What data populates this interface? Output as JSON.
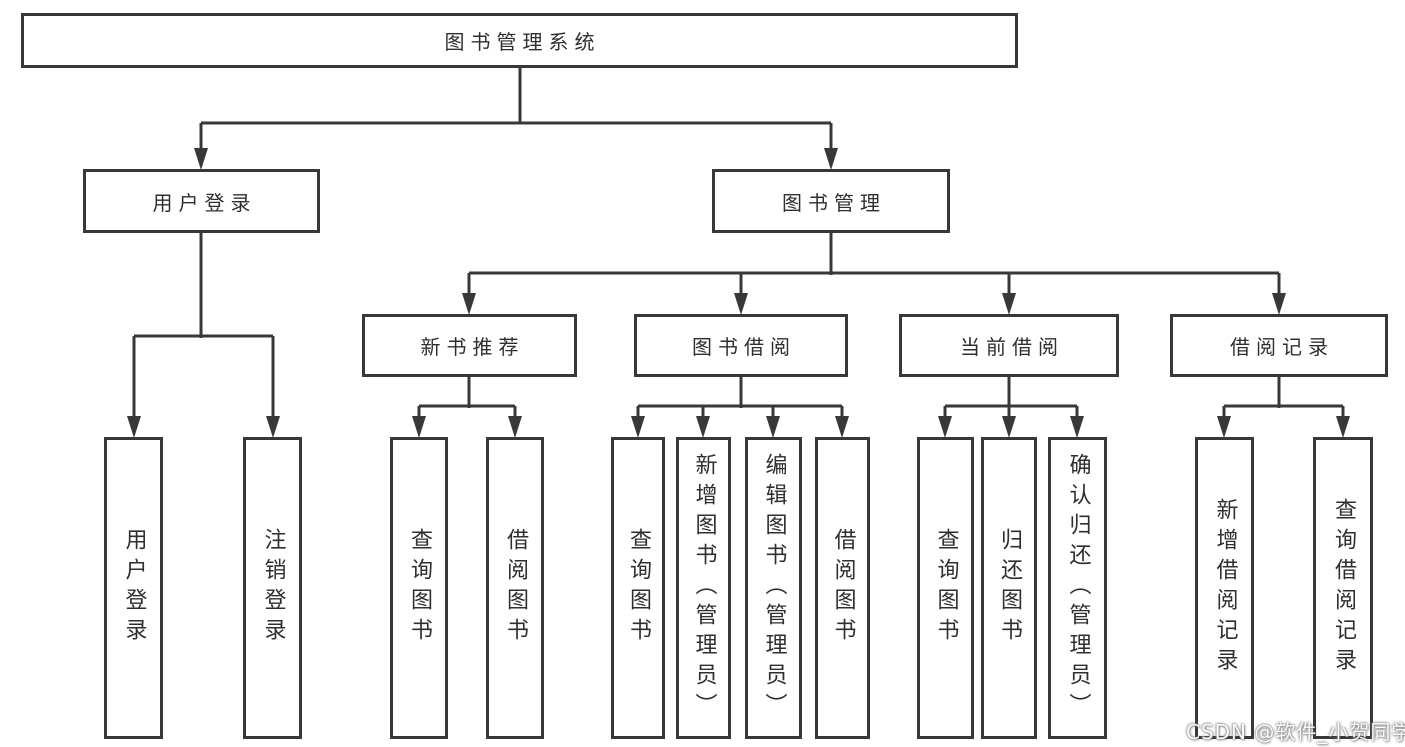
{
  "nodes": {
    "root": {
      "label": "图书管理系统"
    },
    "user_login": {
      "label": "用户登录"
    },
    "book_management": {
      "label": "图书管理"
    },
    "new_book_recommend": {
      "label": "新书推荐"
    },
    "book_borrowing": {
      "label": "图书借阅"
    },
    "current_borrowing": {
      "label": "当前借阅"
    },
    "borrowing_records": {
      "label": "借阅记录"
    },
    "leaf_user_login": {
      "label": "用户登录"
    },
    "leaf_logout": {
      "label": "注销登录"
    },
    "recommend_query_books": {
      "label": "查询图书"
    },
    "recommend_borrow_books": {
      "label": "借阅图书"
    },
    "borrowing_query_books": {
      "label": "查询图书"
    },
    "borrowing_add_books": {
      "label": "新增图书（管理员）"
    },
    "borrowing_edit_books": {
      "label": "编辑图书（管理员）"
    },
    "borrowing_borrow_books": {
      "label": "借阅图书"
    },
    "current_query_books": {
      "label": "查询图书"
    },
    "current_return_books": {
      "label": "归还图书"
    },
    "current_confirm_return": {
      "label": "确认归还（管理员）"
    },
    "records_add_record": {
      "label": "新增借阅记录"
    },
    "records_query_record": {
      "label": "查询借阅记录"
    }
  },
  "structure": {
    "图书管理系统": {
      "用户登录": [
        "用户登录",
        "注销登录"
      ],
      "图书管理": {
        "新书推荐": [
          "查询图书",
          "借阅图书"
        ],
        "图书借阅": [
          "查询图书",
          "新增图书（管理员）",
          "编辑图书（管理员）",
          "借阅图书"
        ],
        "当前借阅": [
          "查询图书",
          "归还图书",
          "确认归还（管理员）"
        ],
        "借阅记录": [
          "新增借阅记录",
          "查询借阅记录"
        ]
      }
    }
  },
  "colors": {
    "line": "#383838",
    "box_border": "#383838",
    "text": "#2f2f2f",
    "background": "#ffffff"
  },
  "watermark": {
    "text": "CSDN @软件_小贺同学"
  }
}
